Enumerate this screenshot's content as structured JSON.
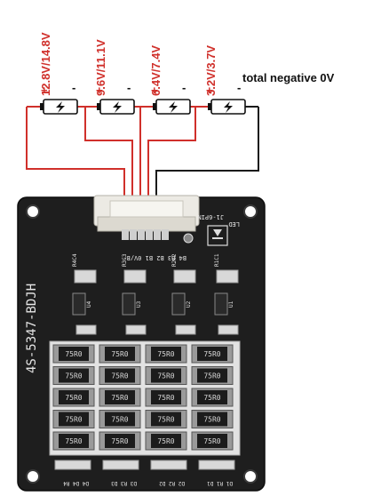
{
  "cells": [
    {
      "voltage_label": "12.8V/14.8V",
      "plus": "+",
      "minus": "-"
    },
    {
      "voltage_label": "9.6V/11.1V",
      "plus": "+",
      "minus": "-"
    },
    {
      "voltage_label": "6.4V/7.4V",
      "plus": "+",
      "minus": "-"
    },
    {
      "voltage_label": "3.2V/3.7V",
      "plus": "+",
      "minus": "-"
    }
  ],
  "negative_label": "total negative 0V",
  "board": {
    "model": "4S-5347-BDJH",
    "connector_label": "J1-6PIN",
    "pin_labels": "B4 B3 B2 B1 0V/B-",
    "led_label": "LED",
    "balance_labels": [
      "B4",
      "B3",
      "B2",
      "B1",
      "B-/0V"
    ],
    "resistor_value": "75R0",
    "resistor_rows": 5,
    "resistor_cols": 4,
    "bottom_labels": [
      "D4 D4 R4",
      "D3 R3 D3",
      "D2 R2 D2",
      "D1 R1 D1"
    ],
    "component_labels": [
      "U4",
      "U3",
      "U2",
      "U1",
      "R4C4",
      "R3C3",
      "R2C2",
      "R1C1"
    ]
  },
  "colors": {
    "wire_positive": "#d0302b",
    "wire_negative": "#1a1a1a",
    "label_red": "#d0302b",
    "board": "#1e1e1e"
  }
}
